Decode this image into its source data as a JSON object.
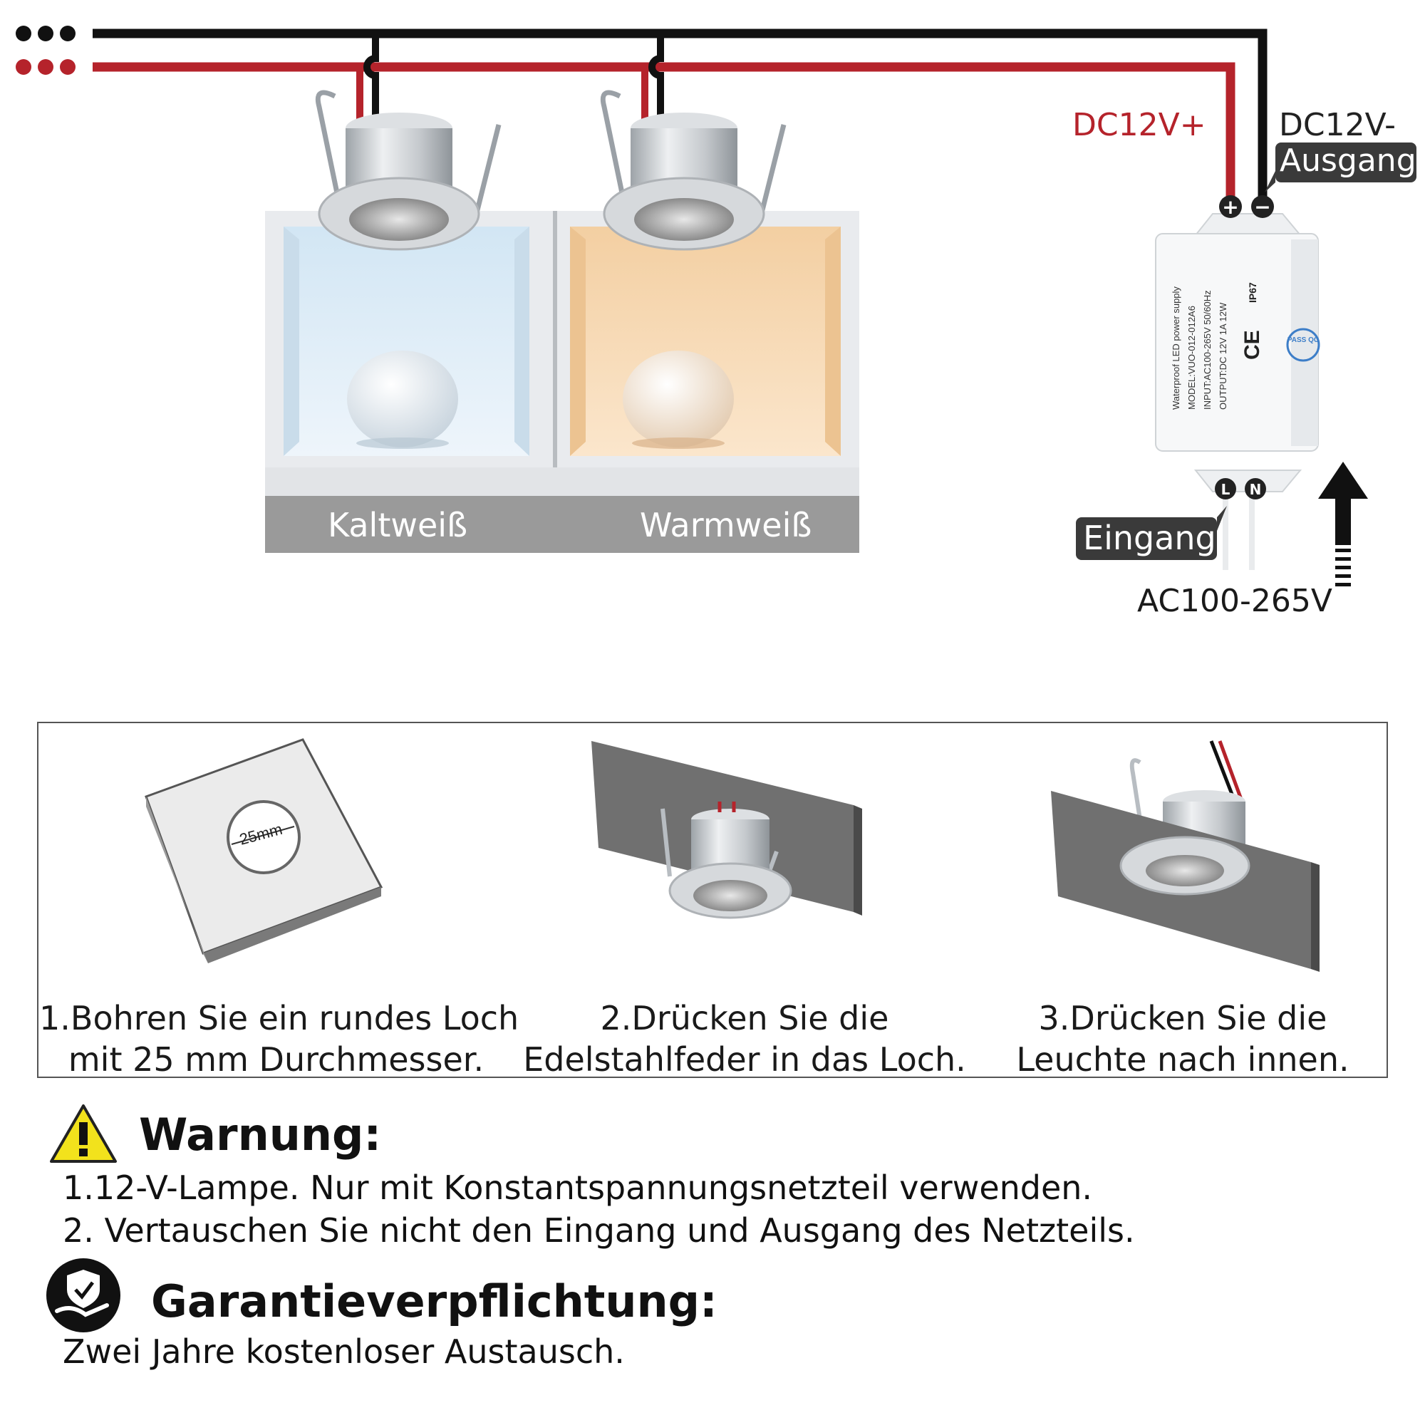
{
  "colors": {
    "positive_wire": "#b5232b",
    "negative_wire": "#111111",
    "label_red": "#b5232b",
    "label_dark": "#222222",
    "tag_bg": "#3a3a3a",
    "cold_white": "#dfeef8",
    "warm_white": "#f5d9b4",
    "footer_bar": "#9a9a9a"
  },
  "wiring": {
    "dc_positive_label": "DC12V+",
    "dc_negative_label": "DC12V-",
    "output_tag": "Ausgang",
    "input_tag": "Eingang",
    "ac_label": "AC100-265V",
    "terminal_plus": "+",
    "terminal_minus": "−",
    "terminal_l": "L",
    "terminal_n": "N"
  },
  "power_supply": {
    "label_lines": [
      "Waterproof LED power supply",
      "MODEL:VUO-012-012A6",
      "INPUT:AC100-265V  50/60Hz",
      "OUTPUT:DC 12V  1A  12W"
    ],
    "ce_mark": "CE",
    "ip_rating": "IP67",
    "qc_badge": "PASS QC"
  },
  "lights": {
    "cold_label": "Kaltweiß",
    "warm_label": "Warmweiß"
  },
  "installation": {
    "hole_size": "25mm",
    "steps": [
      {
        "line1": "1.Bohren Sie ein rundes Loch",
        "line2": "mit 25 mm Durchmesser."
      },
      {
        "line1": "2.Drücken Sie die",
        "line2": "Edelstahlfeder in das Loch."
      },
      {
        "line1": "3.Drücken Sie die",
        "line2": "Leuchte nach innen."
      }
    ]
  },
  "warning": {
    "title": "Warnung:",
    "items": [
      "1.12-V-Lampe. Nur mit Konstantspannungsnetzteil verwenden.",
      "2. Vertauschen Sie nicht den Eingang und Ausgang des Netzteils."
    ]
  },
  "guarantee": {
    "title": "Garantieverpflichtung:",
    "text": "Zwei Jahre kostenloser Austausch."
  },
  "icons": {
    "warning": "warning-triangle-icon",
    "guarantee": "shield-hand-icon",
    "input_arrow": "up-arrow-icon"
  }
}
